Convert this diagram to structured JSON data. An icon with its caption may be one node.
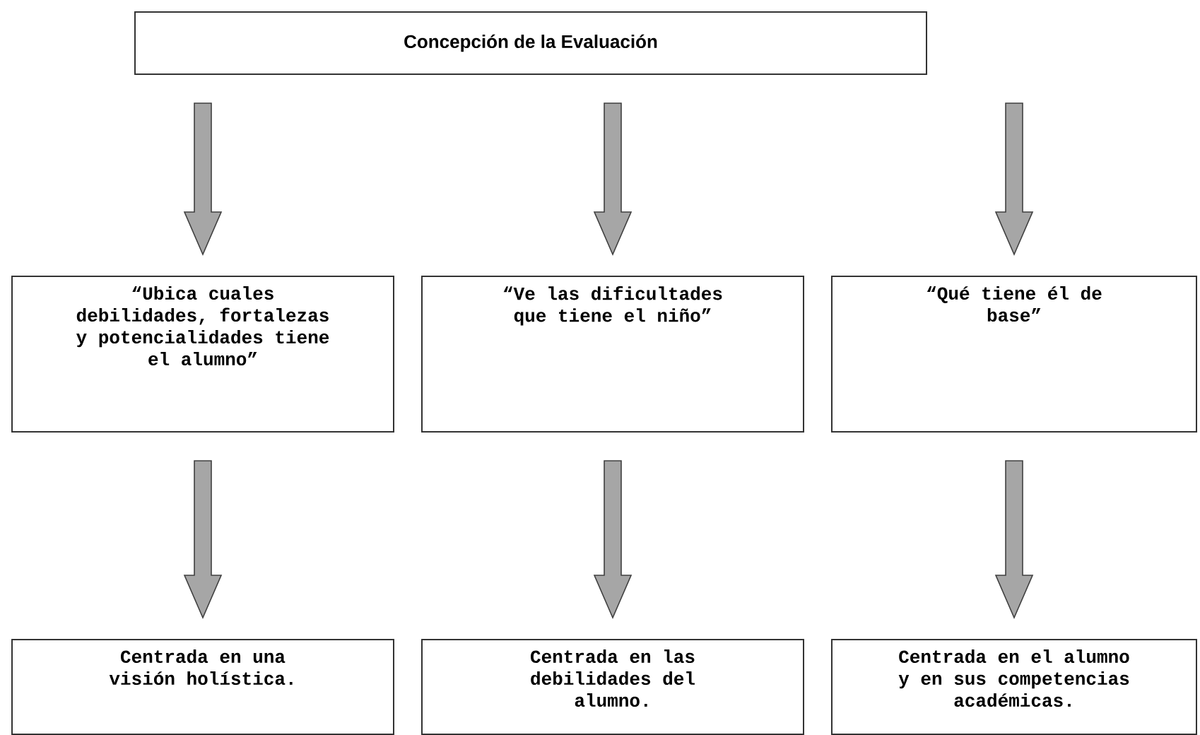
{
  "diagram": {
    "nodes": [
      {
        "text": [
          "Concepción de la Evaluación"
        ]
      },
      {
        "text": [
          "“Ubica cuales debilidades, fortalezas y potencialidades tiene el alumno”"
        ]
      },
      {
        "text": [
          "“Ve las dificultades que tiene el niño”"
        ]
      },
      {
        "text": [
          "“Qué tiene él de base”"
        ]
      },
      {
        "text": [
          "Centrada en una visión holística."
        ]
      },
      {
        "text": [
          "Centrada en las debilidades del alumno."
        ]
      },
      {
        "text": [
          "Centrada en el alumno y en sus competencias académicas."
        ]
      }
    ],
    "edges": [
      {
        "from": 0,
        "to": 1,
        "arrow": "to"
      },
      {
        "from": 0,
        "to": 2,
        "arrow": "to"
      },
      {
        "from": 0,
        "to": 3,
        "arrow": "to"
      },
      {
        "from": 1,
        "to": 4,
        "arrow": "to"
      },
      {
        "from": 2,
        "to": 5,
        "arrow": "to"
      },
      {
        "from": 3,
        "to": 6,
        "arrow": "to"
      }
    ]
  }
}
